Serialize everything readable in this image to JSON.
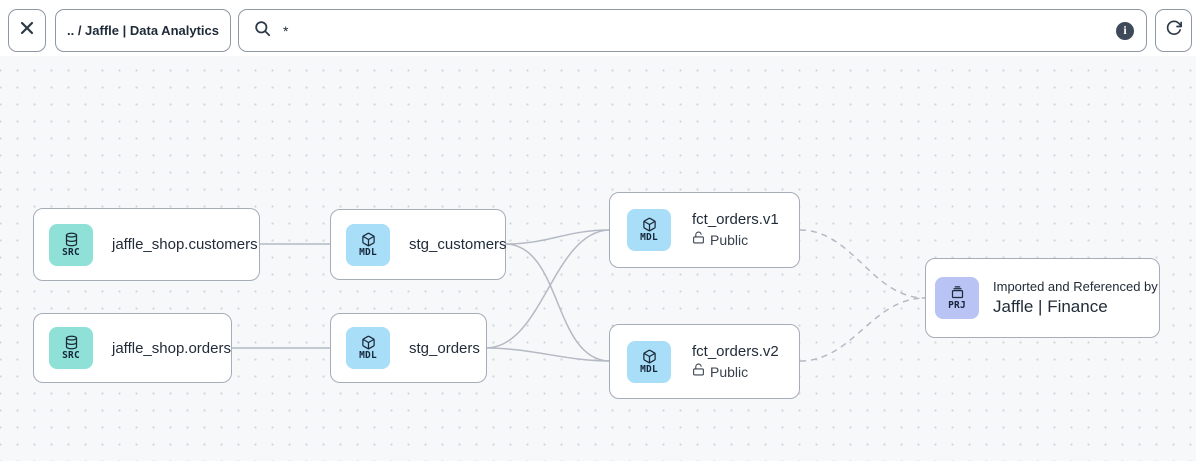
{
  "toolbar": {
    "breadcrumb": ".. / Jaffle | Data Analytics",
    "search": {
      "value": "*"
    },
    "info_glyph": "i",
    "icons": {
      "close": "close-icon",
      "search": "search-icon",
      "info": "info-icon",
      "refresh": "refresh-icon"
    }
  },
  "graph": {
    "nodes": [
      {
        "badge": "SRC",
        "title": "jaffle_shop.customers",
        "kind": "source"
      },
      {
        "badge": "SRC",
        "title": "jaffle_shop.orders",
        "kind": "source"
      },
      {
        "badge": "MDL",
        "title": "stg_customers",
        "kind": "model"
      },
      {
        "badge": "MDL",
        "title": "stg_orders",
        "kind": "model"
      },
      {
        "badge": "MDL",
        "title": "fct_orders.v1",
        "access": "Public",
        "kind": "model"
      },
      {
        "badge": "MDL",
        "title": "fct_orders.v2",
        "access": "Public",
        "kind": "model"
      },
      {
        "badge": "PRJ",
        "caption": "Imported and Referenced by",
        "title": "Jaffle | Finance",
        "kind": "project"
      }
    ],
    "edges": [
      {
        "from": "jaffle_shop.customers",
        "to": "stg_customers",
        "style": "solid"
      },
      {
        "from": "jaffle_shop.orders",
        "to": "stg_orders",
        "style": "solid"
      },
      {
        "from": "stg_customers",
        "to": "fct_orders.v1",
        "style": "solid"
      },
      {
        "from": "stg_customers",
        "to": "fct_orders.v2",
        "style": "solid"
      },
      {
        "from": "stg_orders",
        "to": "fct_orders.v1",
        "style": "solid"
      },
      {
        "from": "stg_orders",
        "to": "fct_orders.v2",
        "style": "solid"
      },
      {
        "from": "fct_orders.v1",
        "to": "Jaffle | Finance",
        "style": "dashed"
      },
      {
        "from": "fct_orders.v2",
        "to": "Jaffle | Finance",
        "style": "dashed"
      }
    ]
  },
  "colors": {
    "source_tile": "#8fe1d7",
    "model_tile": "#a8def7",
    "project_tile": "#b9c4f4",
    "edge": "#b4bac4",
    "node_border": "#a6adb8",
    "canvas_bg": "#f7f8fa",
    "info_badge": "#3e4a59"
  }
}
